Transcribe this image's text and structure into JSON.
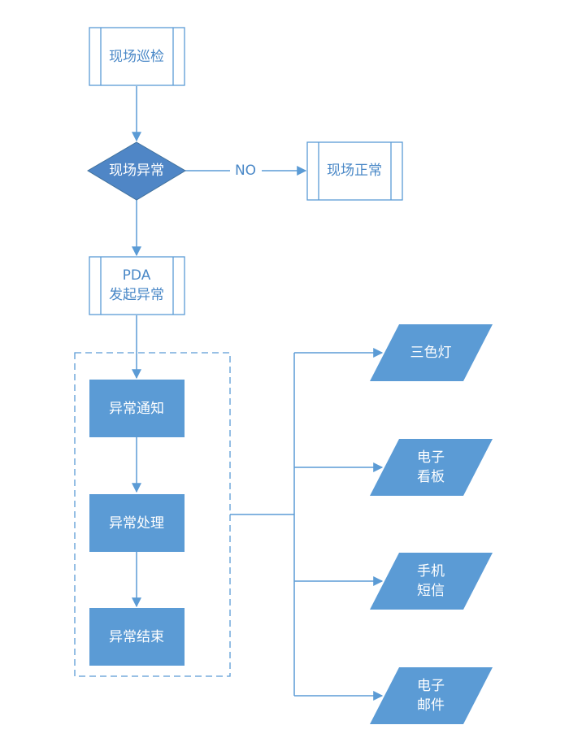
{
  "colors": {
    "line": "#5b9bd5",
    "fill": "#5b9bd5",
    "diamond": "#4472c4",
    "process_text": "#4a88c7",
    "white": "#ffffff"
  },
  "nodes": {
    "site_inspection": "现场巡检",
    "site_abnormal": "现场异常",
    "site_normal": "现场正常",
    "pda_line1": "PDA",
    "pda_line2": "发起异常",
    "abnormal_notify": "异常通知",
    "abnormal_handle": "异常处理",
    "abnormal_end": "异常结束"
  },
  "edges": {
    "no_label": "NO"
  },
  "outputs": [
    {
      "line1": "三色灯",
      "line2": ""
    },
    {
      "line1": "电子",
      "line2": "看板"
    },
    {
      "line1": "手机",
      "line2": "短信"
    },
    {
      "line1": "电子",
      "line2": "邮件"
    }
  ]
}
